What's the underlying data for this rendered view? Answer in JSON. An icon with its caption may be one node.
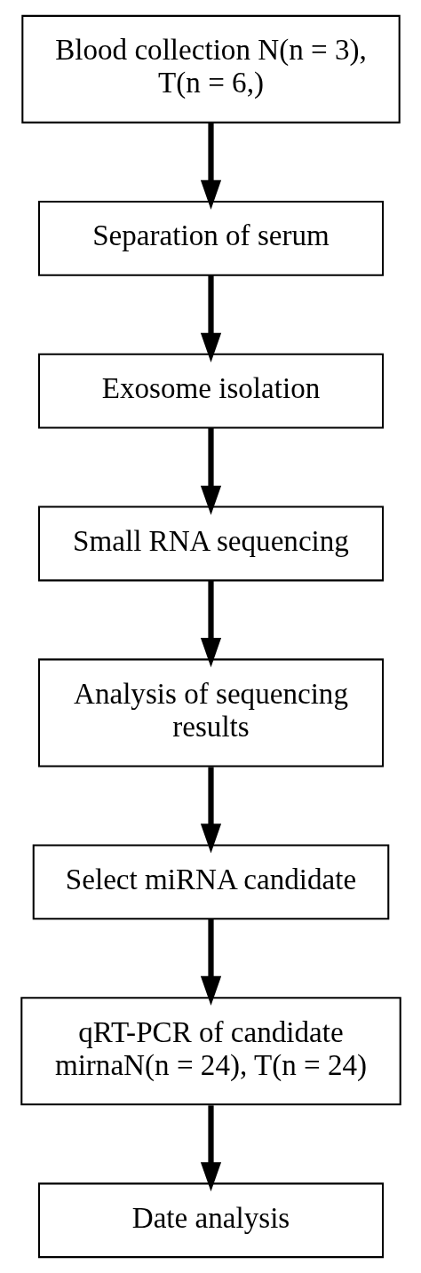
{
  "diagram": {
    "nodes": [
      {
        "text": [
          "Blood collection N(n = 3), T(n = 6,)"
        ]
      },
      {
        "text": [
          "Separation of serum"
        ]
      },
      {
        "text": [
          "Exosome isolation"
        ]
      },
      {
        "text": [
          "Small RNA sequencing"
        ]
      },
      {
        "text": [
          "Analysis of sequencing results"
        ]
      },
      {
        "text": [
          "Select miRNA candidate"
        ]
      },
      {
        "text": [
          "qRT-PCR of candidate mirnaN(n = 24), T(n = 24)"
        ]
      },
      {
        "text": [
          "Date analysis"
        ]
      }
    ],
    "edges": [
      {
        "from": 0,
        "to": 1,
        "arrow": "to"
      },
      {
        "from": 1,
        "to": 2,
        "arrow": "to"
      },
      {
        "from": 2,
        "to": 3,
        "arrow": "to"
      },
      {
        "from": 3,
        "to": 4,
        "arrow": "to"
      },
      {
        "from": 4,
        "to": 5,
        "arrow": "to"
      },
      {
        "from": 5,
        "to": 6,
        "arrow": "to"
      },
      {
        "from": 6,
        "to": 7,
        "arrow": "to"
      }
    ]
  }
}
